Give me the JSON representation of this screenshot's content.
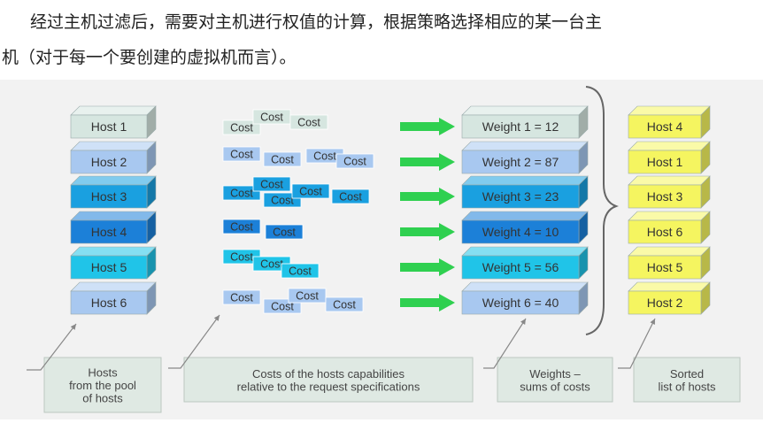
{
  "intro": {
    "line1": "经过主机过滤后，需要对主机进行权值的计算，根据策略选择相应的某一台主",
    "line2": "机（对于每一个要创建的虚拟机而言）。"
  },
  "colors": {
    "h1": "#d6e6e0",
    "h2": "#a8c8f0",
    "h3": "#1aa0e0",
    "h4": "#1c80d8",
    "h5": "#20c4e8",
    "h6": "#a8c8f0",
    "arrow": "#2fd050",
    "sorted": "#f5f560",
    "caption_bg": "#dfe9e3"
  },
  "hosts": [
    {
      "label": "Host 1",
      "color": "h1"
    },
    {
      "label": "Host 2",
      "color": "h2"
    },
    {
      "label": "Host 3",
      "color": "h3"
    },
    {
      "label": "Host 4",
      "color": "h4"
    },
    {
      "label": "Host 5",
      "color": "h5"
    },
    {
      "label": "Host 6",
      "color": "h6"
    }
  ],
  "cost_label": "Cost",
  "weights": [
    {
      "label": "Weight 1 = 12",
      "color": "h1"
    },
    {
      "label": "Weight 2 = 87",
      "color": "h2"
    },
    {
      "label": "Weight 3 = 23",
      "color": "h3"
    },
    {
      "label": "Weight 4 = 10",
      "color": "h4"
    },
    {
      "label": "Weight 5 = 56",
      "color": "h5"
    },
    {
      "label": "Weight 6 = 40",
      "color": "h6"
    }
  ],
  "sorted_hosts": [
    "Host 4",
    "Host 1",
    "Host 3",
    "Host 6",
    "Host 5",
    "Host 2"
  ],
  "captions": {
    "hosts": [
      "Hosts",
      "from the pool",
      "of hosts"
    ],
    "costs": [
      "Costs of the hosts capabilities",
      "relative to the request specifications"
    ],
    "weights": [
      "Weights –",
      "sums of costs"
    ],
    "sorted": [
      "Sorted",
      "list of hosts"
    ]
  }
}
